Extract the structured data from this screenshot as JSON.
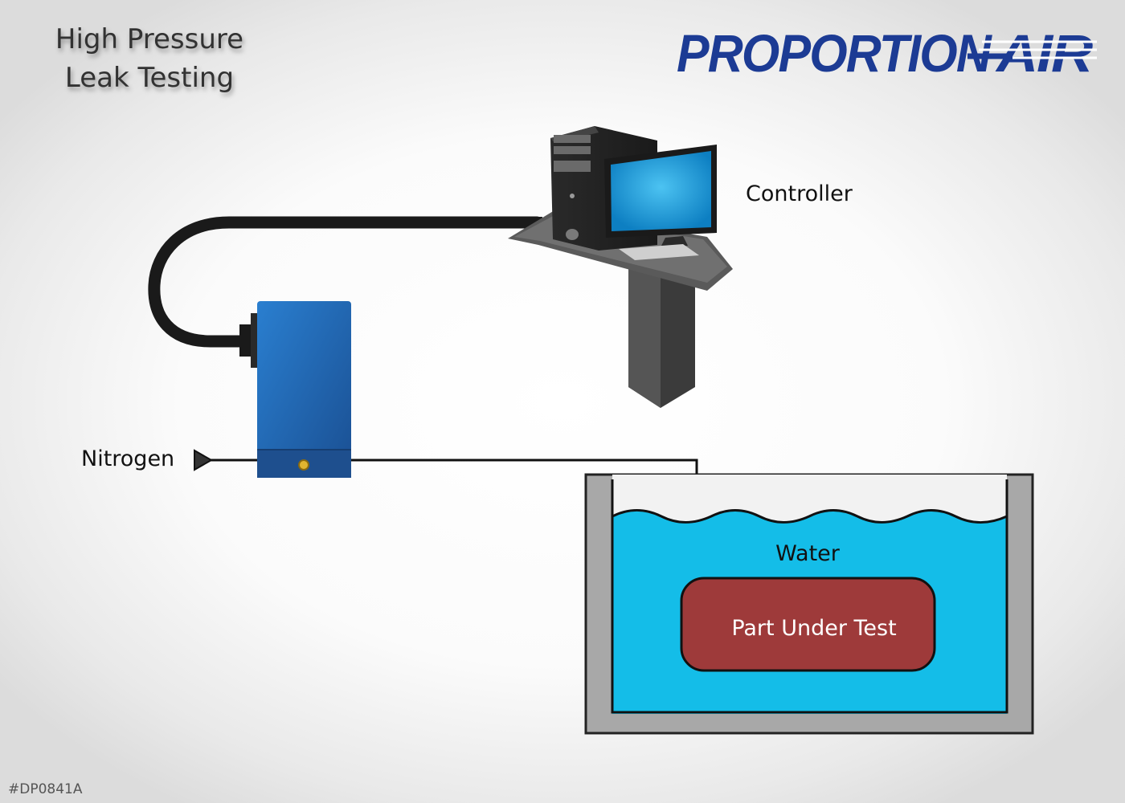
{
  "title": {
    "line1": "High Pressure",
    "line2": "Leak Testing"
  },
  "brand": {
    "name_part1": "PROPORTION",
    "name_part2": "AIR",
    "color": "#1c3b94"
  },
  "labels": {
    "controller": "Controller",
    "nitrogen": "Nitrogen",
    "water": "Water",
    "part_under_test": "Part Under Test"
  },
  "doc_id": "#DP0841A",
  "colors": {
    "regulator": "#1f6bb5",
    "water": "#14bde8",
    "tank": "#a9a9a9",
    "part": "#9e3a3a",
    "cable": "#1a1a1a",
    "monitor": "#1aa3e0"
  }
}
